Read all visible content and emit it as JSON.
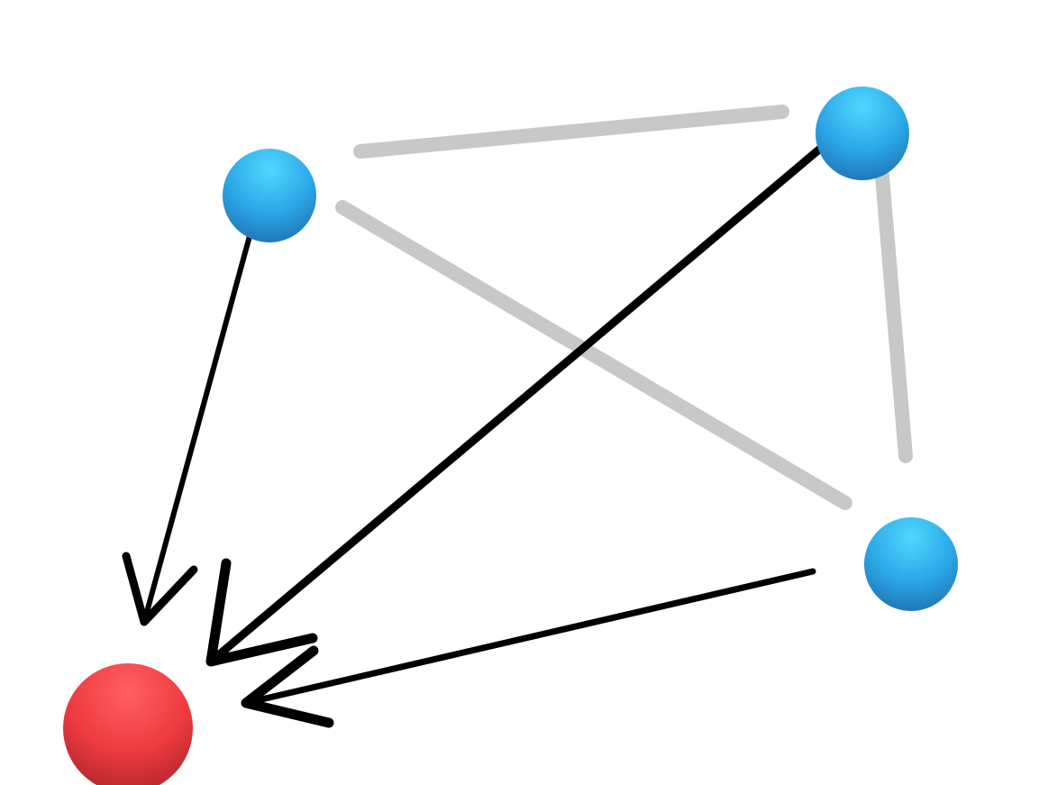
{
  "diagram": {
    "nodes": [
      {
        "id": "top-left",
        "role": "source"
      },
      {
        "id": "top-right",
        "role": "source"
      },
      {
        "id": "bottom-right",
        "role": "source"
      },
      {
        "id": "target",
        "role": "sink"
      }
    ],
    "links": [
      {
        "from": "top-left",
        "to": "top-right",
        "style": "gray-connection"
      },
      {
        "from": "top-left",
        "to": "bottom-right",
        "style": "gray-connection"
      },
      {
        "from": "top-right",
        "to": "bottom-right",
        "style": "gray-connection"
      },
      {
        "from": "top-left",
        "to": "target",
        "style": "black-arrow"
      },
      {
        "from": "top-right",
        "to": "target",
        "style": "black-arrow"
      },
      {
        "from": "bottom-right",
        "to": "target",
        "style": "black-arrow"
      }
    ],
    "colors": {
      "source_node": "#2ba6e6",
      "source_node_highlight": "#4fd2ff",
      "source_node_shadow": "#1f6fae",
      "target_node": "#ee3a3f",
      "target_node_highlight": "#ff5f62",
      "target_node_shadow": "#a8242a",
      "connection": "#c8c8c8",
      "arrow": "#000000",
      "background": "#ffffff"
    }
  }
}
